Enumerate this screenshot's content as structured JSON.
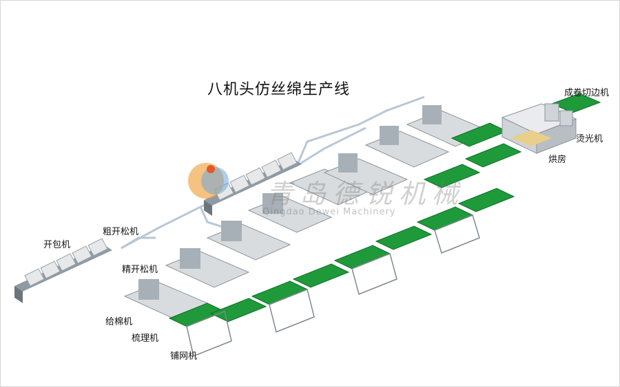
{
  "title": "八机头仿丝绵生产线",
  "watermark": {
    "cn": "青岛德锐机械",
    "en": "Qingdao Dewei Machinery"
  },
  "labels": {
    "bale_opener": "开包机",
    "coarse_opener": "粗开松机",
    "fine_opener": "精开松机",
    "feeder": "给棉机",
    "carding": "梳理机",
    "lapper": "铺网机",
    "oven": "烘房",
    "calender": "烫光机",
    "winder": "成卷切边机"
  },
  "colors": {
    "belt": "#1f9a3a",
    "machine": "#d9dcde",
    "duct": "#b9c6d6",
    "logo_orange": "#f0a23c",
    "logo_blue": "#6fa6d8"
  }
}
